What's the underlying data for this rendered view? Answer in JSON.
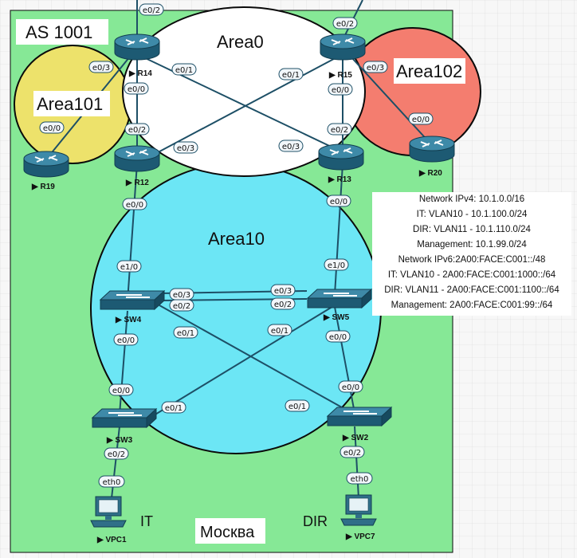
{
  "colors": {
    "as_background": "#86e896",
    "area0": "#ffffff",
    "area10": "#6ce6f5",
    "area101": "#ede26b",
    "area102": "#f47d6f"
  },
  "labels": {
    "as": "AS 1001",
    "area0": "Area0",
    "area10": "Area10",
    "area101": "Area101",
    "area102": "Area102",
    "it": "IT",
    "dir": "DIR",
    "city": "Москва"
  },
  "devices": {
    "r14": "R14",
    "r15": "R15",
    "r12": "R12",
    "r13": "R13",
    "r19": "R19",
    "r20": "R20",
    "sw4": "SW4",
    "sw5": "SW5",
    "sw3": "SW3",
    "sw2": "SW2",
    "vpc1": "VPC1",
    "vpc7": "VPC7"
  },
  "ports": {
    "r14_top": "e0/2",
    "r15_top": "e0/2",
    "r14_e03": "e0/3",
    "r14_e01": "e0/1",
    "r14_e00": "e0/0",
    "r15_e01": "e0/1",
    "r15_e03": "e0/3",
    "r15_e00": "e0/0",
    "r20_e00": "e0/0",
    "r19_e00": "e0/0",
    "r12_e02": "e0/2",
    "r12_e03": "e0/3",
    "r12_e00": "e0/0",
    "r13_e02": "e0/2",
    "r13_e03": "e0/3",
    "r13_e00": "e0/0",
    "sw4_e10": "e1/0",
    "sw4_e03": "e0/3",
    "sw4_e02": "e0/2",
    "sw4_e01": "e0/1",
    "sw4_e00": "e0/0",
    "sw5_e10": "e1/0",
    "sw5_e03": "e0/3",
    "sw5_e02": "e0/2",
    "sw5_e01": "e0/1",
    "sw5_e00": "e0/0",
    "sw3_e00": "e0/0",
    "sw3_e01": "e0/1",
    "sw3_e02": "e0/2",
    "sw2_e00": "e0/0",
    "sw2_e01": "e0/1",
    "sw2_e02": "e0/2",
    "vpc1_eth0": "eth0",
    "vpc7_eth0": "eth0"
  },
  "info": {
    "line1": "Network IPv4: 10.1.0.0/16",
    "line2": "IT: VLAN10 - 10.1.100.0/24",
    "line3": "DIR: VLAN11 - 10.1.110.0/24",
    "line4": "Management: 10.1.99.0/24",
    "line5": "Network IPv6:2A00:FACE:C001::/48",
    "line6": "IT: VLAN10 - 2A00:FACE:C001:1000::/64",
    "line7": "DIR: VLAN11 - 2A00:FACE:C001:1100::/64",
    "line8": "Management: 2A00:FACE:C001:99::/64"
  }
}
